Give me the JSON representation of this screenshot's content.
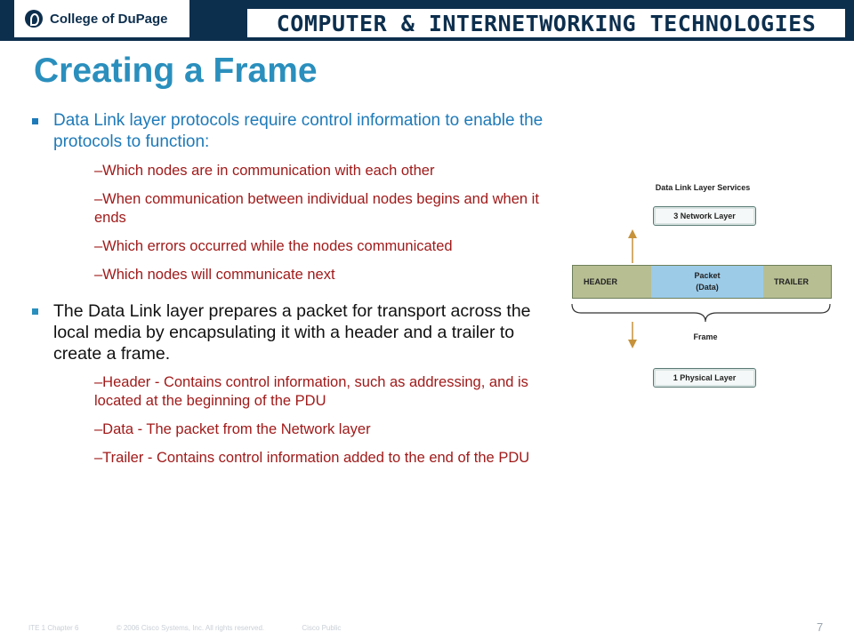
{
  "header": {
    "logo_text": "College of DuPage",
    "banner": "COMPUTER & INTERNETWORKING TECHNOLOGIES"
  },
  "slide": {
    "title": "Creating a Frame",
    "bullet1": "Data Link layer protocols require control information to enable the protocols to function:",
    "sub1": [
      "–Which nodes are in communication with each other",
      "–When communication between individual nodes begins and when it ends",
      "–Which errors occurred while the nodes communicated",
      "–Which nodes will communicate next"
    ],
    "bullet2": "The Data Link layer prepares a packet for transport across the local media by encapsulating it with a header and a trailer to create a frame.",
    "sub2": [
      "–Header - Contains control information, such as addressing, and is located at the beginning of the PDU",
      "–Data - The packet from the Network layer",
      "–Trailer - Contains control information added to the end of the PDU"
    ]
  },
  "diagram": {
    "title": "Data Link Layer Services",
    "network_layer": "3 Network Layer",
    "header": "HEADER",
    "packet": "Packet",
    "data": "(Data)",
    "trailer": "TRAILER",
    "frame": "Frame",
    "physical_layer": "1 Physical Layer",
    "colors": {
      "header_trailer": "#b7be92",
      "packet": "#9ccbe8",
      "arrow": "#c6923a"
    }
  },
  "footer": {
    "course": "ITE 1 Chapter 6",
    "copyright": "© 2006 Cisco Systems, Inc. All rights reserved.",
    "classification": "Cisco Public",
    "page_number": "7"
  }
}
